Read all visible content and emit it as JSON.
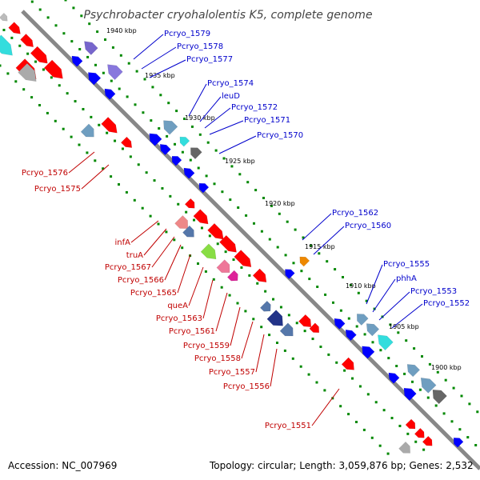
{
  "title": "Psychrobacter cryohalolentis K5, complete genome",
  "accession": "Accession: NC_007969",
  "topology": "Topology: circular; Length: 3,059,876 bp; Genes: 2,532",
  "colors": {
    "forward": "#ff0000",
    "reverse": "#0000ff",
    "label_forward": "#c00000",
    "label_reverse": "#0000cc",
    "backbone": "#888888",
    "tick_dots": "#008800"
  },
  "kbp_marks": [
    "1940 kbp",
    "1935 kbp",
    "1930 kbp",
    "1925 kbp",
    "1920 kbp",
    "1915 kbp",
    "1910 kbp",
    "1905 kbp",
    "1900 kbp"
  ],
  "reverse_labels": [
    "Pcryo_1579",
    "Pcryo_1578",
    "Pcryo_1577",
    "Pcryo_1574",
    "leuD",
    "Pcryo_1572",
    "Pcryo_1571",
    "Pcryo_1570",
    "Pcryo_1562",
    "Pcryo_1560",
    "Pcryo_1555",
    "phhA",
    "Pcryo_1553",
    "Pcryo_1552"
  ],
  "forward_labels": [
    "Pcryo_1576",
    "Pcryo_1575",
    "infA",
    "truA",
    "Pcryo_1567",
    "Pcryo_1566",
    "Pcryo_1565",
    "queA",
    "Pcryo_1563",
    "Pcryo_1561",
    "Pcryo_1559",
    "Pcryo_1558",
    "Pcryo_1557",
    "Pcryo_1556",
    "Pcryo_1551"
  ]
}
